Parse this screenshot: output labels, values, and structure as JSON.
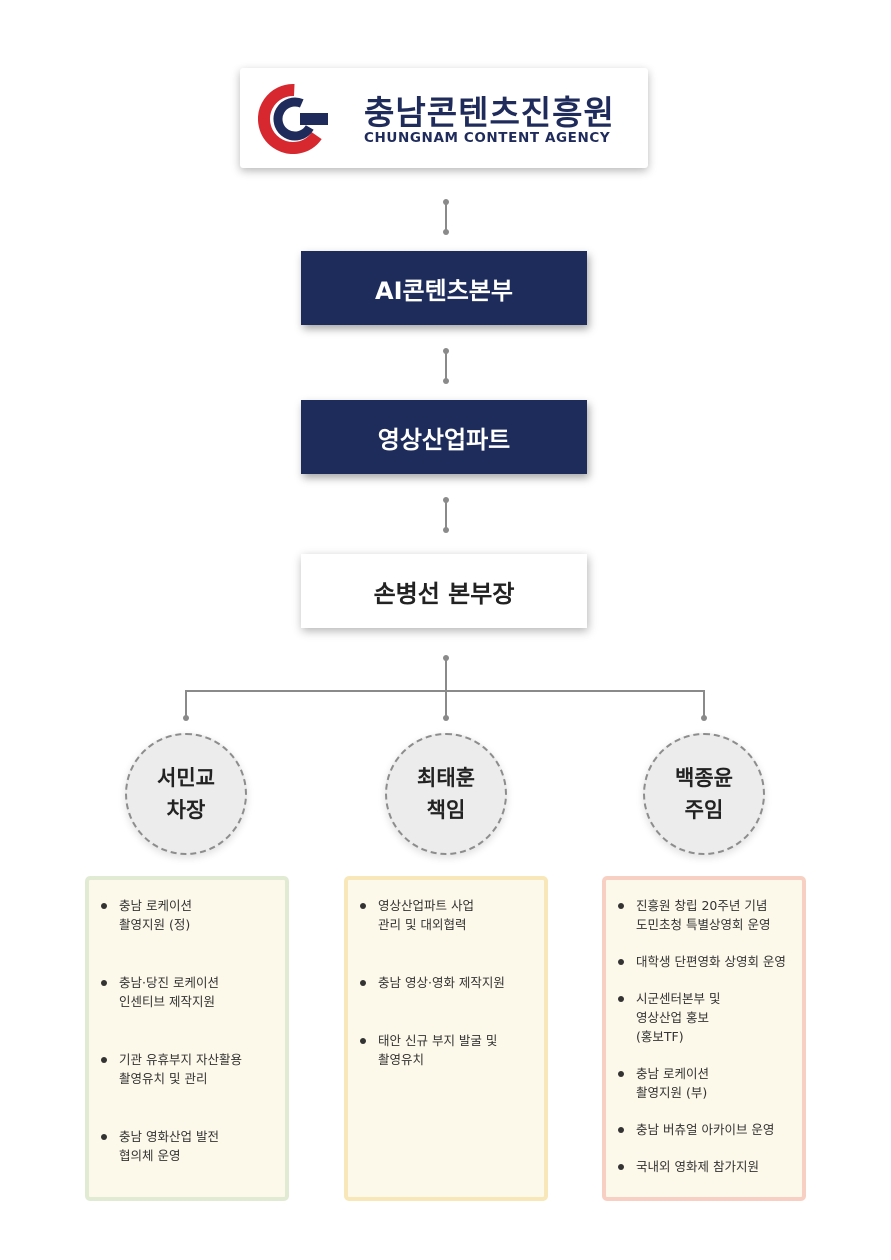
{
  "logo": {
    "name_ko": "충남콘텐츠진흥원",
    "name_en": "CHUNGNAM CONTENT AGENCY"
  },
  "colors": {
    "navy": "#1e2c5c",
    "logo_red": "#d7282f",
    "connector": "#8a8a8a"
  },
  "org": {
    "division": "AI콘텐츠본부",
    "part": "영상산업파트",
    "head": "손병선 본부장"
  },
  "members": [
    {
      "name": "서민교",
      "title": "차장",
      "tasks": [
        "충남 로케이션\n촬영지원 (정)",
        "충남·당진 로케이션\n인센티브 제작지원",
        "기관 유휴부지 자산활용\n촬영유치 및 관리",
        "충남 영화산업 발전\n협의체 운영"
      ]
    },
    {
      "name": "최태훈",
      "title": "책임",
      "tasks": [
        "영상산업파트 사업\n관리 및 대외협력",
        "충남 영상·영화 제작지원",
        "태안 신규 부지 발굴 및\n촬영유치"
      ]
    },
    {
      "name": "백종윤",
      "title": "주임",
      "tasks": [
        "진흥원 창립 20주년 기념\n도민초청 특별상영회 운영",
        "대학생 단편영화 상영회 운영",
        "시군센터본부 및\n영상산업 홍보\n(홍보TF)",
        "충남 로케이션\n촬영지원 (부)",
        "충남 버츄얼 아카이브 운영",
        "국내외 영화제 참가지원"
      ]
    }
  ]
}
